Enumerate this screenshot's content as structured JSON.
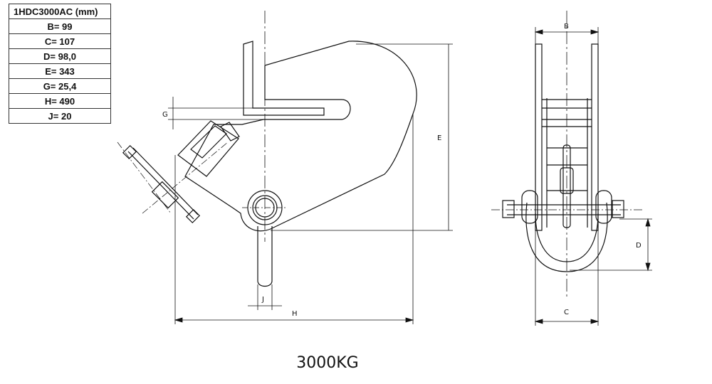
{
  "table": {
    "title": "1HDC3000AC (mm)",
    "rows": [
      "B= 99",
      "C= 107",
      "D= 98,0",
      "E= 343",
      "G= 25,4",
      "H= 490",
      "J= 20"
    ]
  },
  "labels": {
    "B": "B",
    "C": "C",
    "D": "D",
    "E": "E",
    "G": "G",
    "H": "H",
    "J": "J"
  },
  "caption": "3000KG"
}
